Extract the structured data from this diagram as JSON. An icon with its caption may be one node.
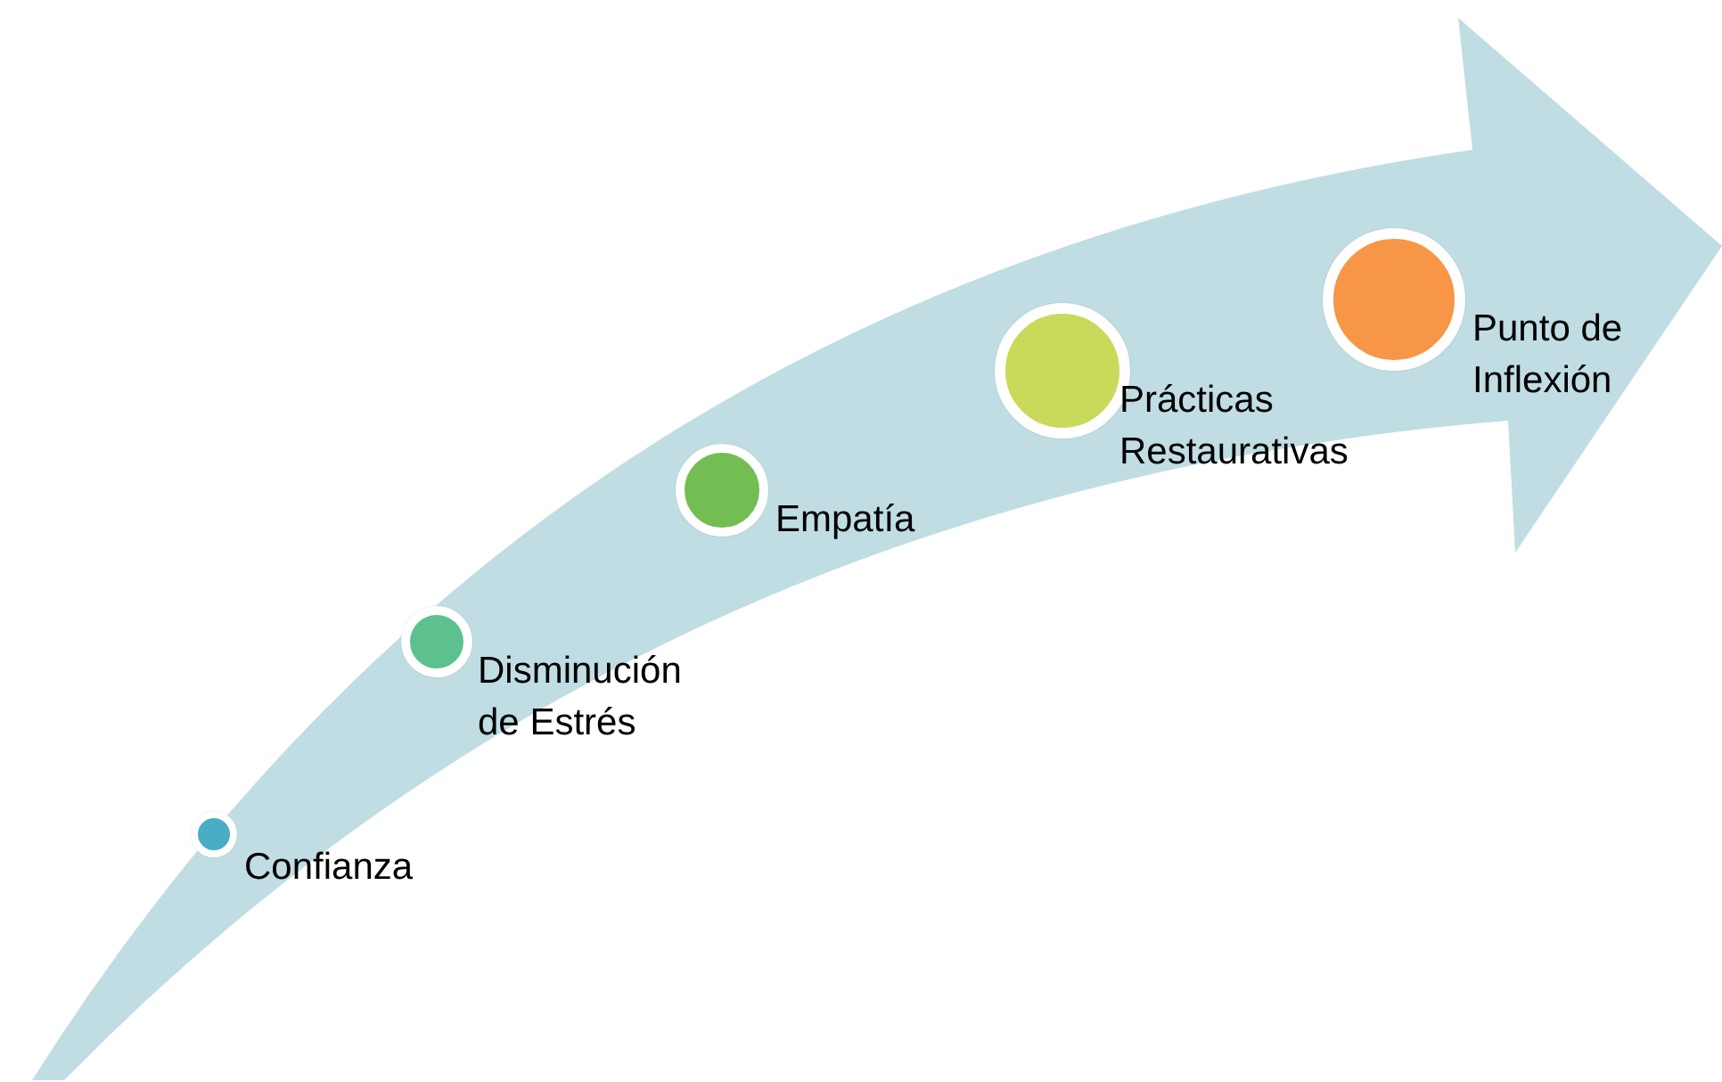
{
  "diagram": {
    "nodes": [
      {
        "text": [],
        "shape": "circle",
        "beside": [
          "Confianza"
        ]
      },
      {
        "text": [],
        "shape": "circle",
        "beside": [
          "Disminución de Estrés"
        ]
      },
      {
        "text": [],
        "shape": "circle",
        "beside": [
          "Empatía"
        ]
      },
      {
        "text": [],
        "shape": "circle",
        "beside": [
          "Prácticas Restaurativas"
        ]
      },
      {
        "text": [],
        "shape": "circle",
        "beside": [
          "Punto de Inflexión"
        ]
      }
    ]
  }
}
